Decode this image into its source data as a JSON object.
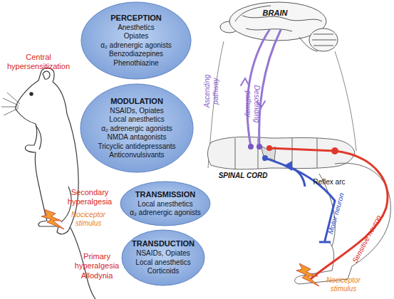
{
  "diagram": {
    "nodes": [
      {
        "text": [
          "PERCEPTION",
          "Anesthetics",
          "Opiates",
          "α₂ adrenergic agonists",
          "Benzodiazepines",
          "Phenothiazine"
        ]
      },
      {
        "text": [
          "MODULATION",
          "NSAIDs, Opiates",
          "Local anesthetics",
          "α₂ adrenergic agonists",
          "NMDA antagonists",
          "Tricyclic antidepressants",
          "Anticonvulsivants"
        ]
      },
      {
        "text": [
          "TRANSMISSION",
          "Local anesthetics",
          "α₂ adrenergic agonists"
        ]
      },
      {
        "text": [
          "TRANSDUCTION",
          "NSAIDs, Opiates",
          "Local anesthetics",
          "Corticoids"
        ]
      }
    ],
    "labels": [
      "Central hypersensitization",
      "Secondary hyperalgesia",
      "Primary hyperalgesia",
      "Allodynia",
      "Nociceptor stimulus",
      "BRAIN",
      "Ascending pathway",
      "Descending pathway",
      "SPINAL CORD",
      "Reflex arc",
      "Motor neuron",
      "Sensitive neuron",
      "Nociceptor stimulus"
    ]
  }
}
